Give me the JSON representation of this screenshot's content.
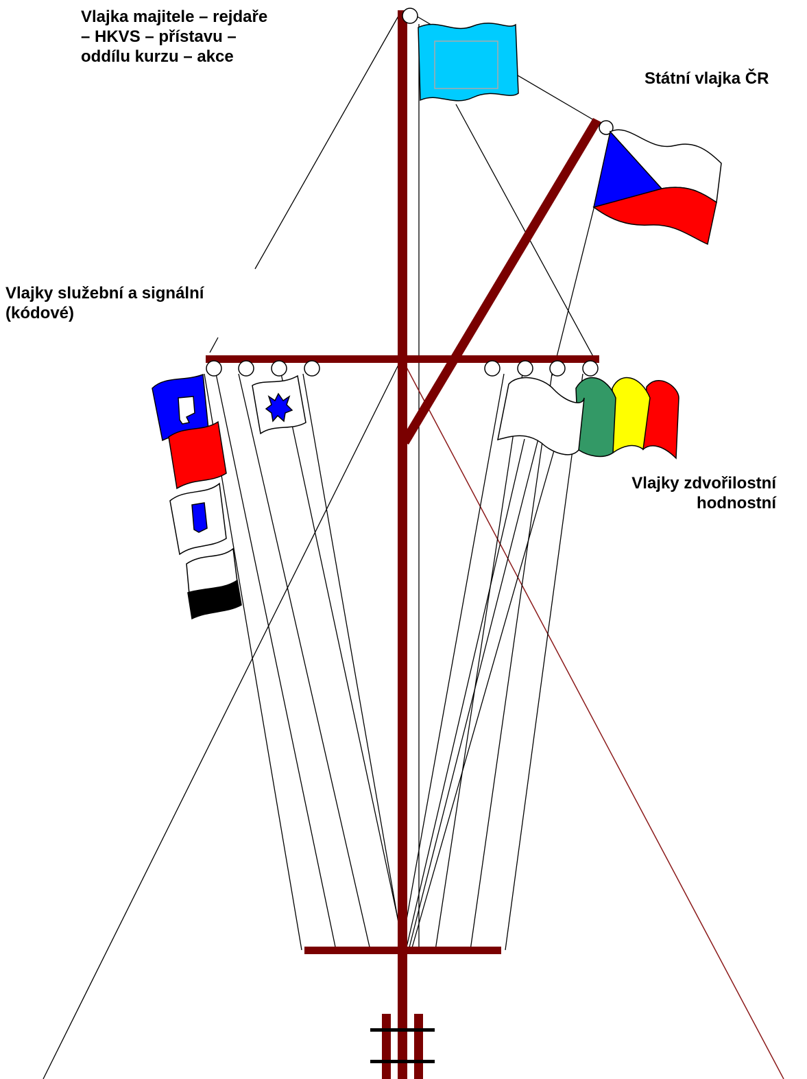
{
  "labels": {
    "owner_flag": {
      "lines": [
        "Vlajka majitele – rejdaře",
        "– HKVS – přístavu –",
        "oddílu kurzu – akce"
      ]
    },
    "state_flag": {
      "lines": [
        "Státní vlajka ČR"
      ]
    },
    "service_flags": {
      "lines": [
        "Vlajky služební a signální",
        "(kódové)"
      ]
    },
    "courtesy_flags": {
      "lines": [
        "Vlajky zdvořilostní",
        "hodnostní"
      ]
    }
  },
  "colors": {
    "mast": "#7a0000",
    "rope": "#000000",
    "brace": "#8b1a1a",
    "owner_flag": "#00ccff",
    "cz_white": "#ffffff",
    "cz_red": "#ff0000",
    "cz_blue": "#0000ff",
    "signal_blue": "#0000ff",
    "signal_red": "#ff0000",
    "signal_black": "#000000",
    "courtesy_green": "#339966",
    "courtesy_yellow": "#ffff00",
    "courtesy_red": "#ff0000"
  }
}
